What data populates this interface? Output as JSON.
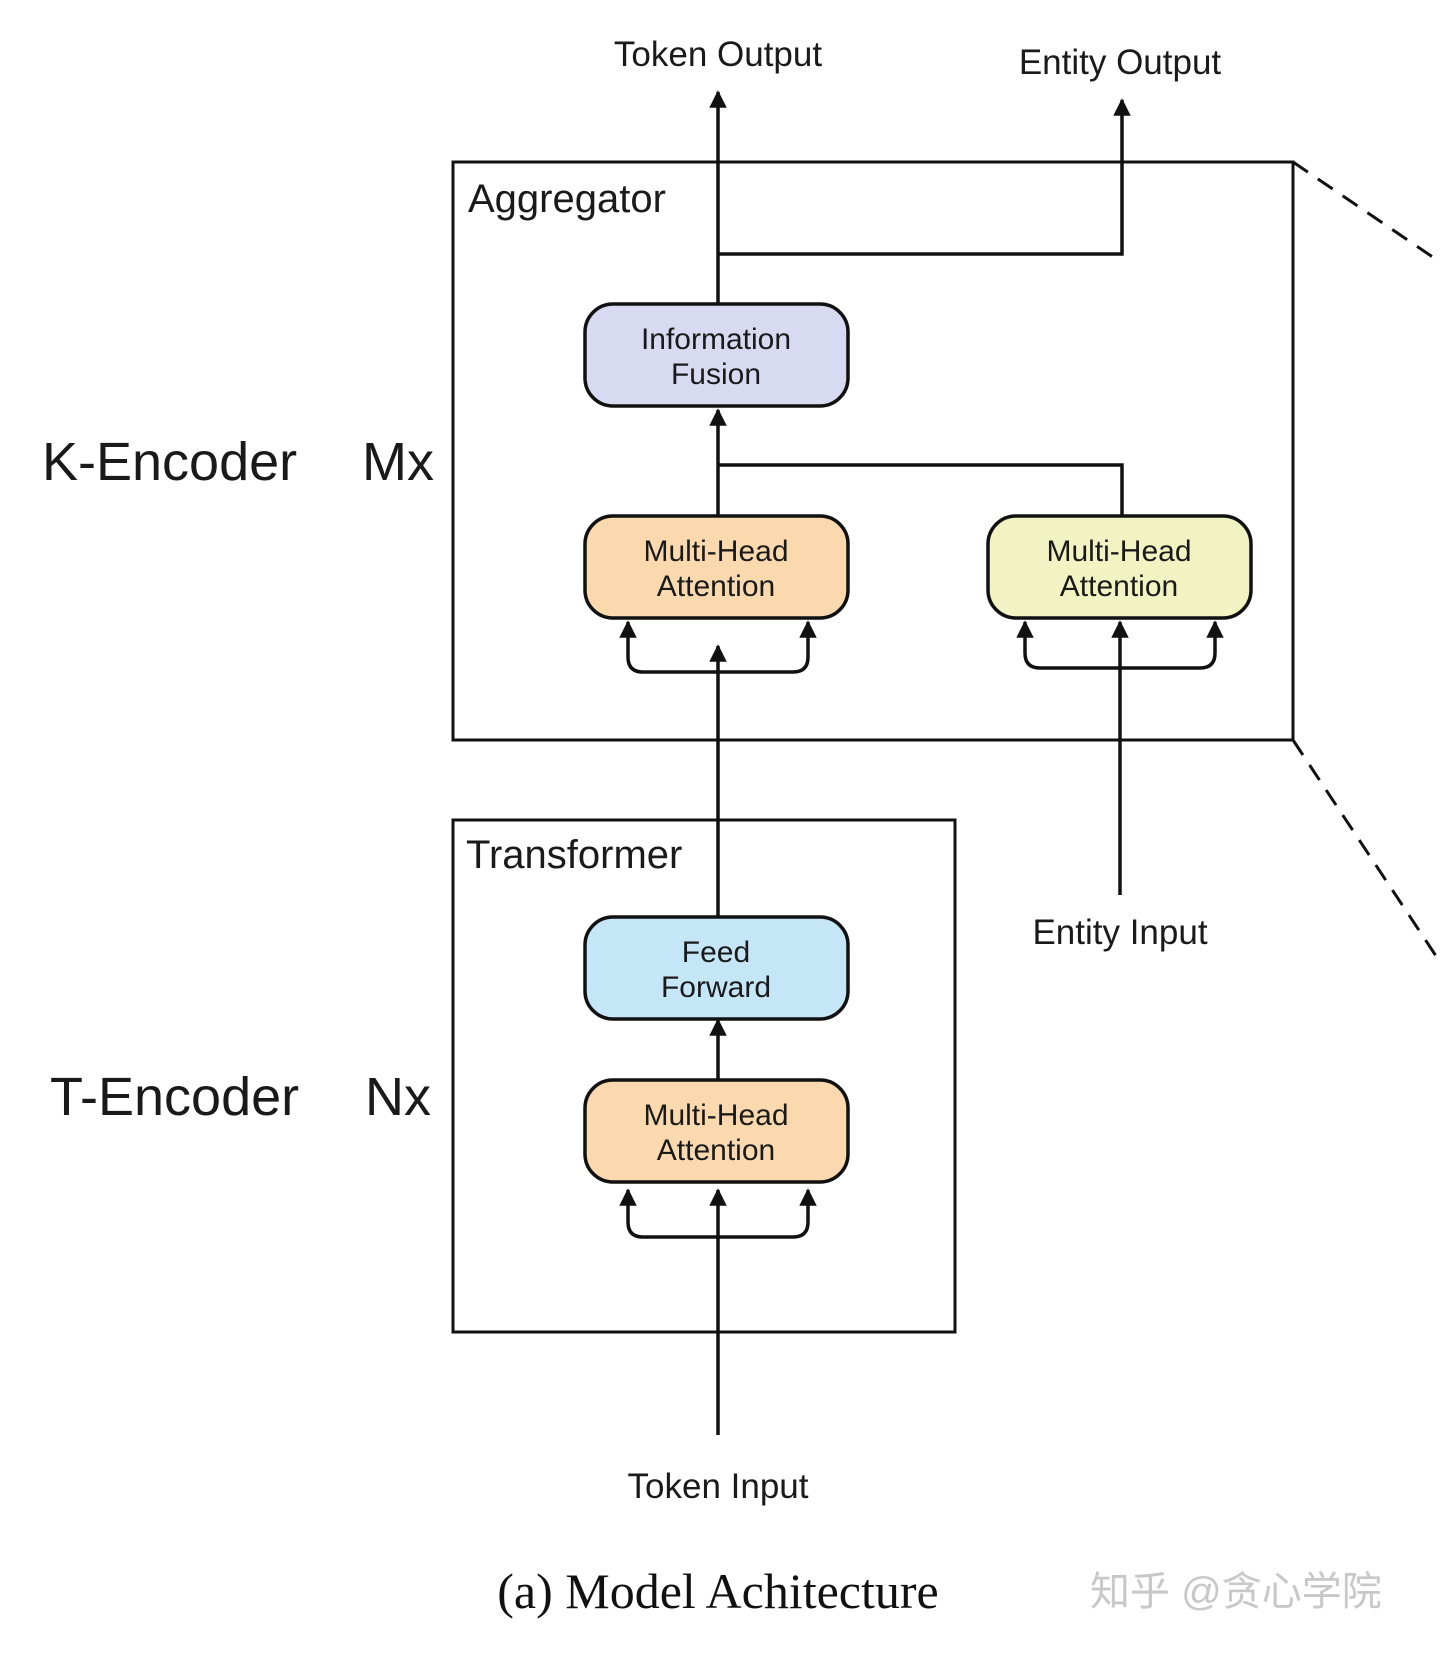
{
  "labels": {
    "token_output": "Token Output",
    "entity_output": "Entity Output",
    "aggregator": "Aggregator",
    "k_encoder": "K-Encoder",
    "k_repeat": "Mx",
    "transformer": "Transformer",
    "t_encoder": "T-Encoder",
    "t_repeat": "Nx",
    "entity_input": "Entity Input",
    "token_input": "Token Input"
  },
  "blocks": {
    "info_fusion": {
      "line1": "Information",
      "line2": "Fusion",
      "color": "#d8daf1"
    },
    "k_token_mha": {
      "line1": "Multi-Head",
      "line2": "Attention",
      "color": "#fbd9af"
    },
    "k_entity_mha": {
      "line1": "Multi-Head",
      "line2": "Attention",
      "color": "#f2f3c2"
    },
    "feed_forward": {
      "line1": "Feed",
      "line2": "Forward",
      "color": "#c4e6f7"
    },
    "t_mha": {
      "line1": "Multi-Head",
      "line2": "Attention",
      "color": "#fbd9af"
    }
  },
  "caption": "(a) Model Achitecture",
  "watermark": "知乎 @贪心学院"
}
